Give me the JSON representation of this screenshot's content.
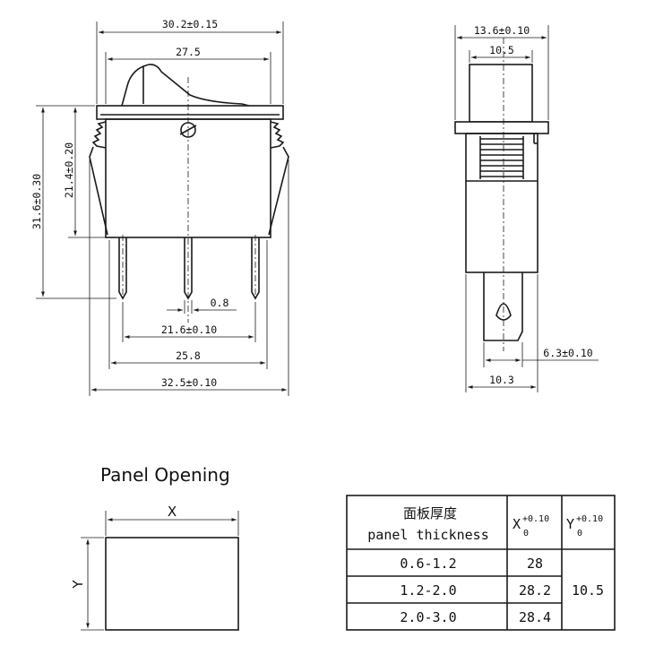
{
  "front_view": {
    "overall_width": "30.2±0.15",
    "top_width": "27.5",
    "height_total": "31.6±0.30",
    "height_body": "21.4±0.20",
    "pin_width": "0.8",
    "pin_pitch": "21.6±0.10",
    "base_width": "25.8",
    "clip_width": "32.5±0.10"
  },
  "side_view": {
    "flange_width": "13.6±0.10",
    "cap_width": "10.5",
    "terminal_width": "6.3±0.10",
    "body_width": "10.3"
  },
  "panel": {
    "title": "Panel Opening",
    "x_label": "X",
    "y_label": "Y"
  },
  "table": {
    "header_cn": "面板厚度",
    "header_en": "panel thickness",
    "x_col": {
      "letter": "X",
      "sup": "+0.10",
      "sub": "0"
    },
    "y_col": {
      "letter": "Y",
      "sup": "+0.10",
      "sub": "0"
    },
    "rows": [
      {
        "thickness": "0.6-1.2",
        "x": "28"
      },
      {
        "thickness": "1.2-2.0",
        "x": "28.2"
      },
      {
        "thickness": "2.0-3.0",
        "x": "28.4"
      }
    ],
    "y_value": "10.5"
  }
}
